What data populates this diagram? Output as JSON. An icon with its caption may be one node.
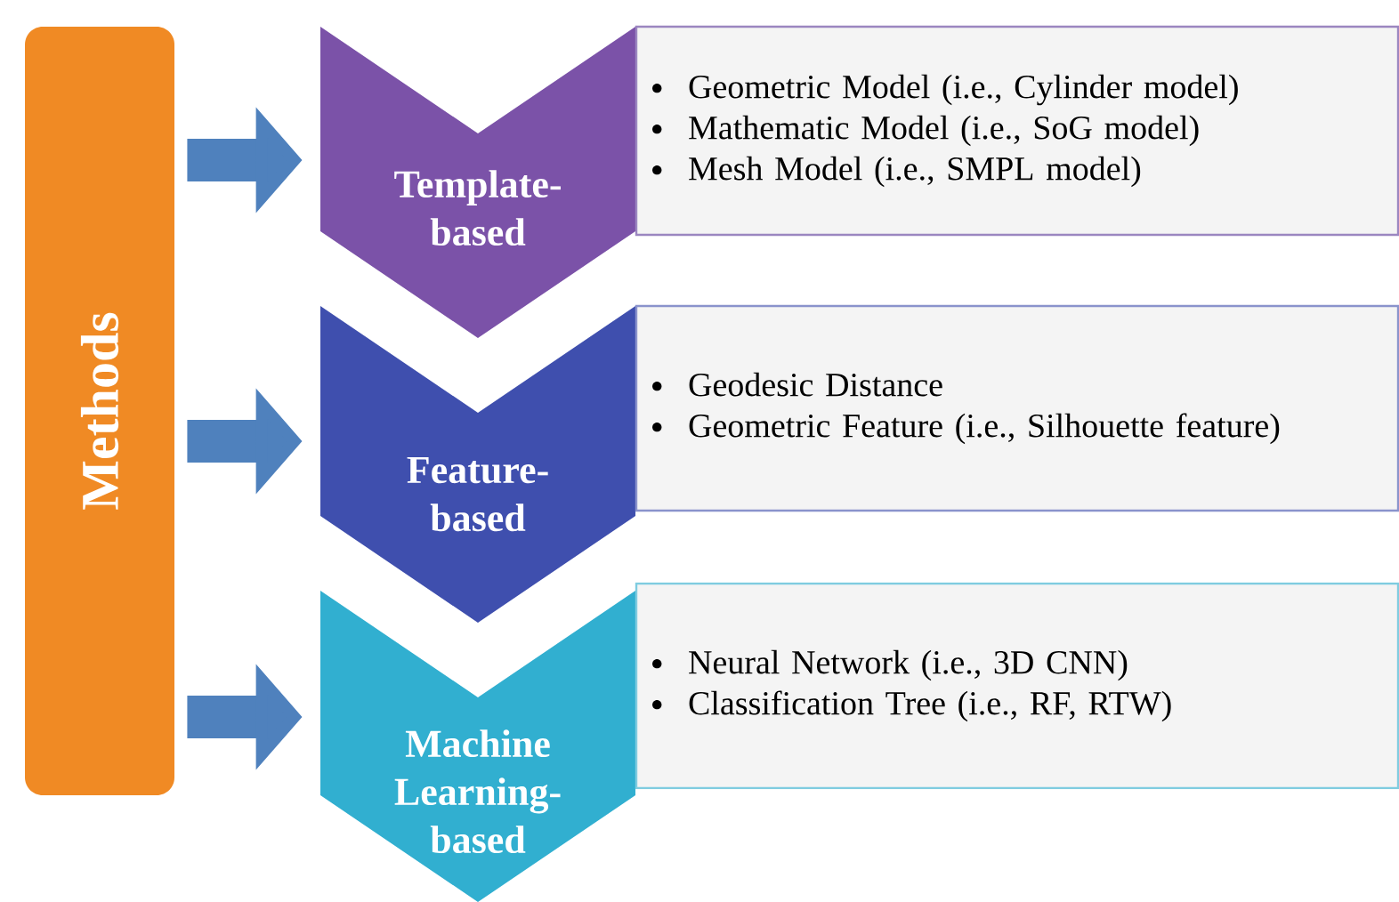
{
  "diagram": {
    "nodes": [
      {
        "text": [
          "Methods"
        ]
      },
      {
        "text": [
          "Template-based"
        ]
      },
      {
        "text": [
          "Geometric Model (i.e., Cylinder model)",
          "Mathematic Model (i.e., SoG model)",
          "Mesh Model (i.e., SMPL model)"
        ]
      },
      {
        "text": [
          "Feature-based"
        ]
      },
      {
        "text": [
          "Geodesic Distance",
          "Geometric Feature (i.e., Silhouette feature)"
        ]
      },
      {
        "text": [
          "Machine Learning-based"
        ]
      },
      {
        "text": [
          "Neural Network (i.e., 3D CNN)",
          "Classification Tree (i.e., RF, RTW)"
        ]
      }
    ],
    "edges": [
      {
        "from": 0,
        "to": 1,
        "arrow": "to"
      },
      {
        "from": 0,
        "to": 3,
        "arrow": "to"
      },
      {
        "from": 0,
        "to": 5,
        "arrow": "to"
      }
    ]
  }
}
